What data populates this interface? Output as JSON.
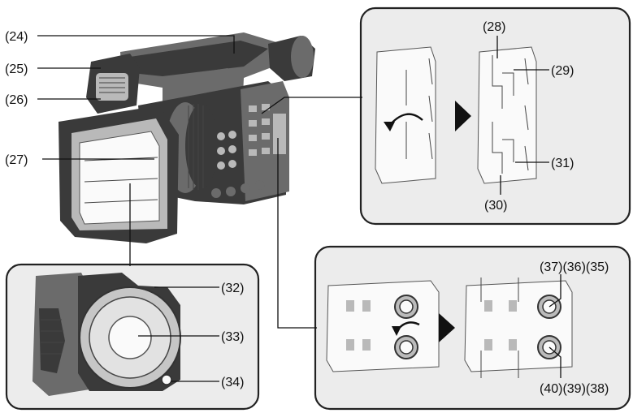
{
  "callouts": {
    "c24": "(24)",
    "c25": "(25)",
    "c26": "(26)",
    "c27": "(27)",
    "c28": "(28)",
    "c29": "(29)",
    "c30": "(30)",
    "c31": "(31)",
    "c32": "(32)",
    "c33": "(33)",
    "c34": "(34)",
    "c35": "(37)(36)(35)",
    "c38": "(40)(39)(38)"
  },
  "icons": {
    "arrow": "right-triangle-arrow-icon",
    "open": "curved-open-arrow-icon"
  },
  "colors": {
    "panel_fill": "#ececec",
    "panel_border": "#222222",
    "camera_dark": "#3a3a3a"
  }
}
